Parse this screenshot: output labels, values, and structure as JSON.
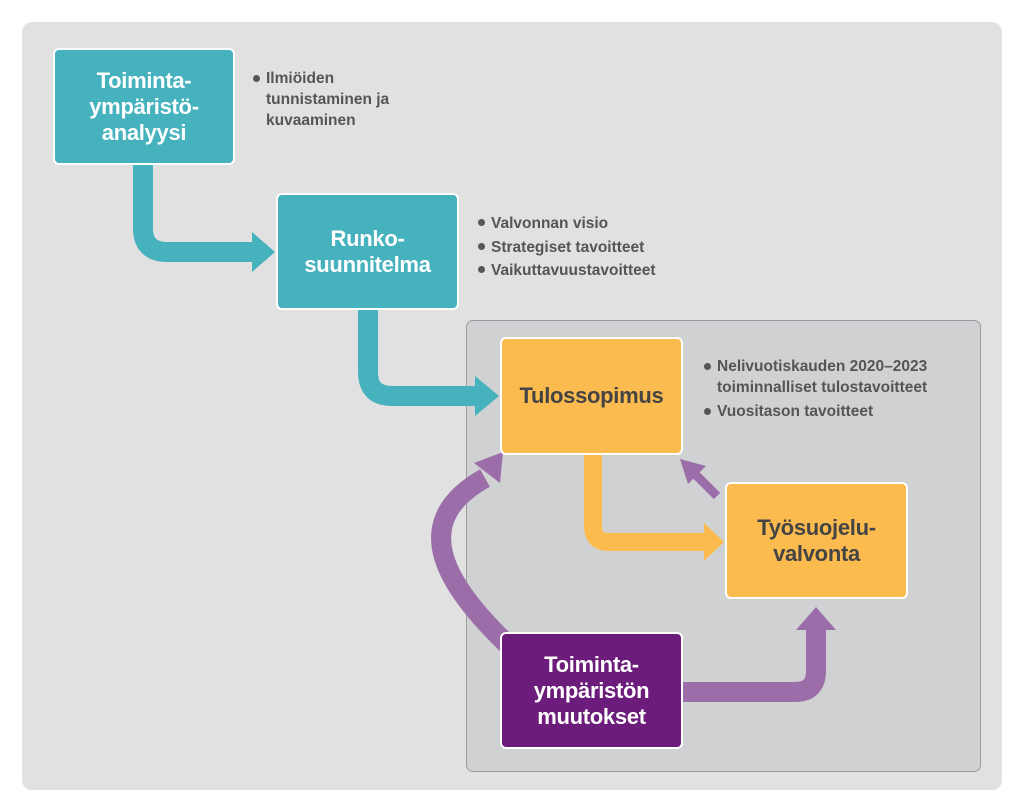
{
  "colors": {
    "teal": "#46b2bd",
    "yellow": "#fbbb4f",
    "purple_box": "#6c1c7a",
    "purple_arrow": "#9b6ea9",
    "background": "#e1e1e2",
    "inner_background": "#d0d1d3"
  },
  "nodes": {
    "toimintaymparistoanalyysi": {
      "label": "Toiminta-\nympäristö-\nanalyysi"
    },
    "runkosuunnitelma": {
      "label": "Runko-\nsuunnitelma"
    },
    "tulossopimus": {
      "label": "Tulossopimus"
    },
    "tyosuojeluvalvonta": {
      "label": "Työsuojelu-\nvalvonta"
    },
    "muutokset": {
      "label": "Toiminta-\nympäristön\nmuutokset"
    }
  },
  "notes": {
    "toimintaymparistoanalyysi": [
      "Ilmiöiden\ntunnistaminen ja\nkuvaaminen"
    ],
    "runkosuunnitelma": [
      "Valvonnan visio",
      "Strategiset tavoitteet",
      "Vaikuttavuustavoitteet"
    ],
    "tulossopimus": [
      "Nelivuotiskauden 2020–2023\ntoiminnalliset tulostavoitteet",
      "Vuositason tavoitteet"
    ]
  }
}
